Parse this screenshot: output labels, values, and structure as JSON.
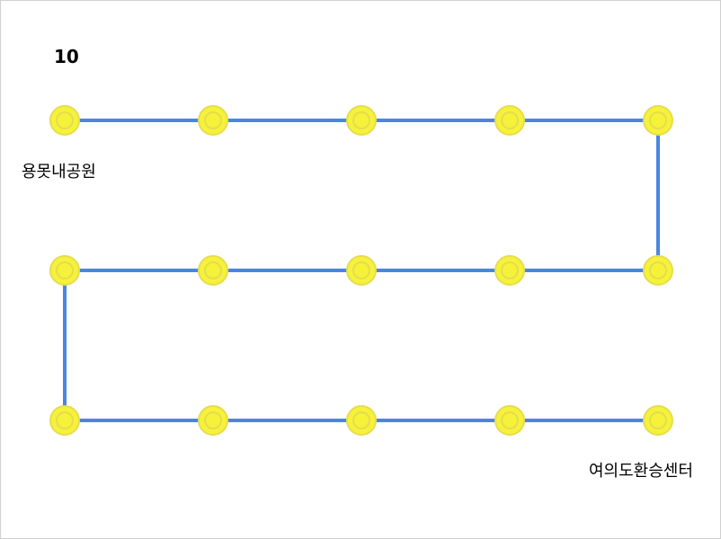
{
  "route": {
    "number": "10",
    "start_stop": "용못내공원",
    "end_stop": "여의도환승센터"
  },
  "diagram": {
    "stop_count": 15,
    "line_color": "#4a86e0",
    "stop_fill_color": "#f5f23a",
    "stop_ring_color": "#e7dc4e"
  }
}
